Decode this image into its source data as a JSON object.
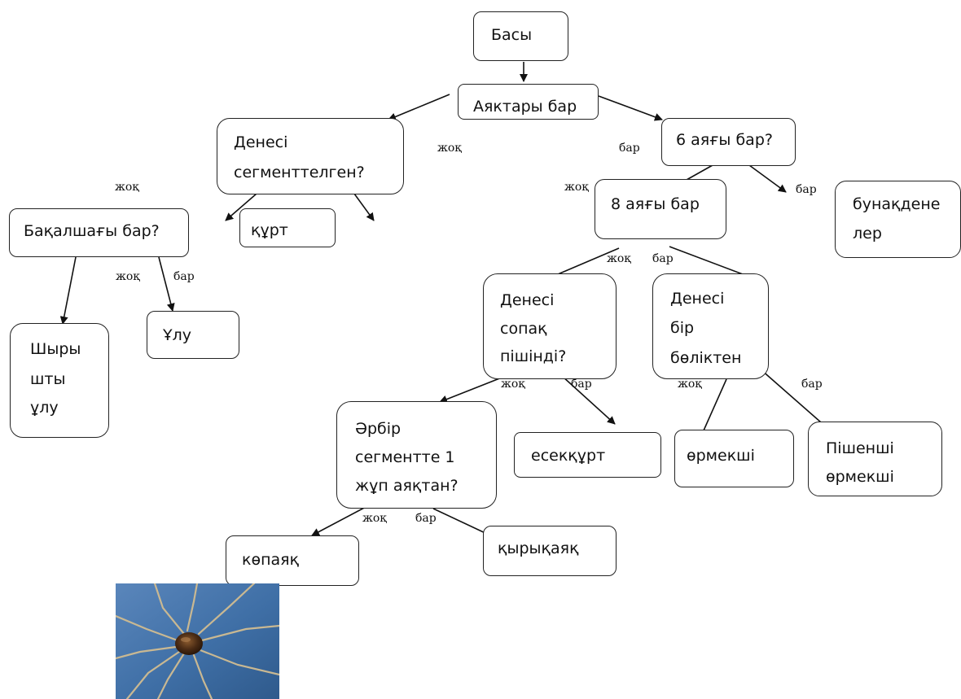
{
  "nodes": {
    "start": "Басы",
    "legs": "Аяктары бар",
    "segmented_1": "Денесі",
    "segmented_2": "сегменттелген?",
    "worm": "құрт",
    "six_legs": "6 аяғы бар?",
    "insects_1": "бунақдене",
    "insects_2": "лер",
    "eight_legs": "8 аяғы бар",
    "shell": "Бақалшағы бар?",
    "slug_1": "Шыры",
    "slug_2": "шты",
    "slug_3": "ұлу",
    "snail": "Ұлу",
    "oval_1": "Денесі",
    "oval_2": "сопақ",
    "oval_3": "пішінді?",
    "onepart_1": "Денесі",
    "onepart_2": "бір",
    "onepart_3": "бөліктен",
    "pairs_1": "Әрбір",
    "pairs_2": "сегментте 1",
    "pairs_3": "жұп аяқтан?",
    "tick": "есекқұрт",
    "spider": "өрмекші",
    "harvestman_1": "Пішенші",
    "harvestman_2": "өрмекші",
    "millipede": "көпаяқ",
    "centipede": "қырықаяқ"
  },
  "labels": {
    "no": "жоқ",
    "yes": "бар"
  },
  "photo": {
    "background_color": "#3f6fa6",
    "subject_icon": "harvestman-spider-photo"
  }
}
